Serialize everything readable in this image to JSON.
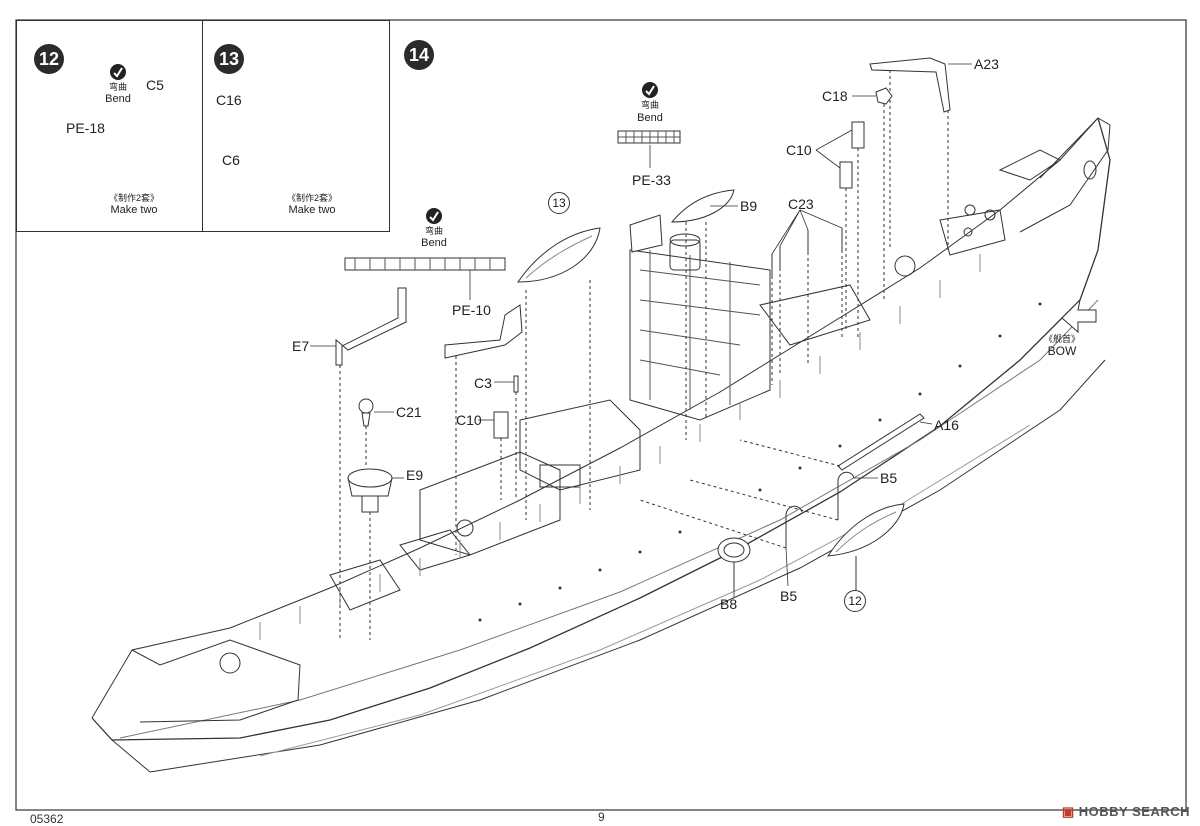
{
  "steps": {
    "s12": "12",
    "s13": "13",
    "s14": "14"
  },
  "step12": {
    "bend_cn": "弯曲",
    "bend_en": "Bend",
    "part_c5": "C5",
    "part_pe18": "PE-18",
    "make_cn": "《制作2套》",
    "make_en": "Make two"
  },
  "step13": {
    "part_c16": "C16",
    "part_c6": "C6",
    "make_cn": "《制作2套》",
    "make_en": "Make two"
  },
  "step14": {
    "bend1_cn": "弯曲",
    "bend1_en": "Bend",
    "bend2_cn": "弯曲",
    "bend2_en": "Bend",
    "bow_cn": "《舰首》",
    "bow_en": "BOW",
    "ref13": "13",
    "ref12": "12",
    "parts": {
      "a23": "A23",
      "c18": "C18",
      "c10_top": "C10",
      "c23": "C23",
      "pe33": "PE-33",
      "b9": "B9",
      "pe10": "PE-10",
      "e7": "E7",
      "c3": "C3",
      "c21": "C21",
      "c10": "C10",
      "e9": "E9",
      "a16": "A16",
      "b5_top": "B5",
      "b5_bottom": "B5",
      "b8": "B8"
    }
  },
  "footer": {
    "code": "05362",
    "page": "9"
  },
  "watermark": {
    "text": "HOBBY SEARCH"
  },
  "colors": {
    "line": "#333333",
    "badge": "#2b2b2b",
    "paper": "#ffffff"
  }
}
